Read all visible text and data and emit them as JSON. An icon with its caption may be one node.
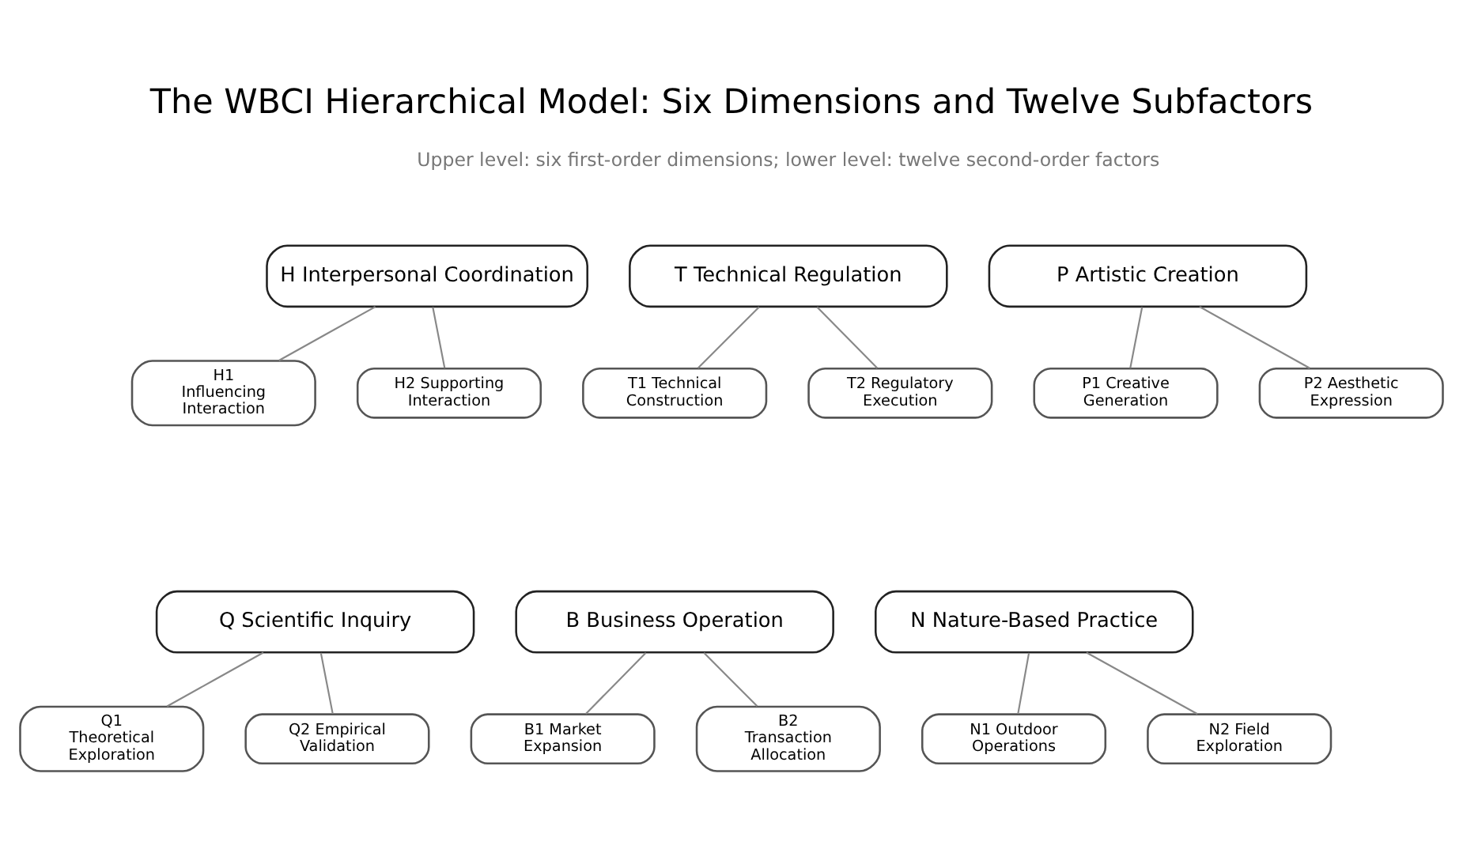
{
  "diagram": {
    "title": "The WBCI Hierarchical Model: Six Dimensions and Twelve Subfactors",
    "nodes": [
      {
        "text": [
          "H Interpersonal Coordination"
        ]
      },
      {
        "text": [
          "T Technical Regulation"
        ]
      },
      {
        "text": [
          "P Artistic Creation"
        ]
      },
      {
        "text": [
          "H1 Influencing Interaction"
        ]
      },
      {
        "text": [
          "H2 Supporting Interaction"
        ]
      },
      {
        "text": [
          "T1 Technical Construction"
        ]
      },
      {
        "text": [
          "T2 Regulatory Execution"
        ]
      },
      {
        "text": [
          "P1 Creative Generation"
        ]
      },
      {
        "text": [
          "P2 Aesthetic Expression"
        ]
      },
      {
        "text": [
          "Q Scientific Inquiry"
        ]
      },
      {
        "text": [
          "B Business Operation"
        ]
      },
      {
        "text": [
          "N Nature-Based Practice"
        ]
      },
      {
        "text": [
          "Q1 Theoretical Exploration"
        ]
      },
      {
        "text": [
          "Q2 Empirical Validation"
        ]
      },
      {
        "text": [
          "B1 Market Expansion"
        ]
      },
      {
        "text": [
          "B2 Transaction Allocation"
        ]
      },
      {
        "text": [
          "N1 Outdoor Operations"
        ]
      },
      {
        "text": [
          "N2 Field Exploration"
        ]
      }
    ],
    "edges": [
      {
        "from": 0,
        "to": 3,
        "arrow": "none"
      },
      {
        "from": 0,
        "to": 4,
        "arrow": "none"
      },
      {
        "from": 1,
        "to": 5,
        "arrow": "none"
      },
      {
        "from": 1,
        "to": 6,
        "arrow": "none"
      },
      {
        "from": 2,
        "to": 7,
        "arrow": "none"
      },
      {
        "from": 2,
        "to": 8,
        "arrow": "none"
      },
      {
        "from": 9,
        "to": 12,
        "arrow": "none"
      },
      {
        "from": 9,
        "to": 13,
        "arrow": "none"
      },
      {
        "from": 10,
        "to": 14,
        "arrow": "none"
      },
      {
        "from": 10,
        "to": 15,
        "arrow": "none"
      },
      {
        "from": 11,
        "to": 16,
        "arrow": "none"
      },
      {
        "from": 11,
        "to": 17,
        "arrow": "none"
      }
    ],
    "labels": [
      "Upper level: six first-order dimensions; lower level: twelve second-order factors"
    ]
  }
}
